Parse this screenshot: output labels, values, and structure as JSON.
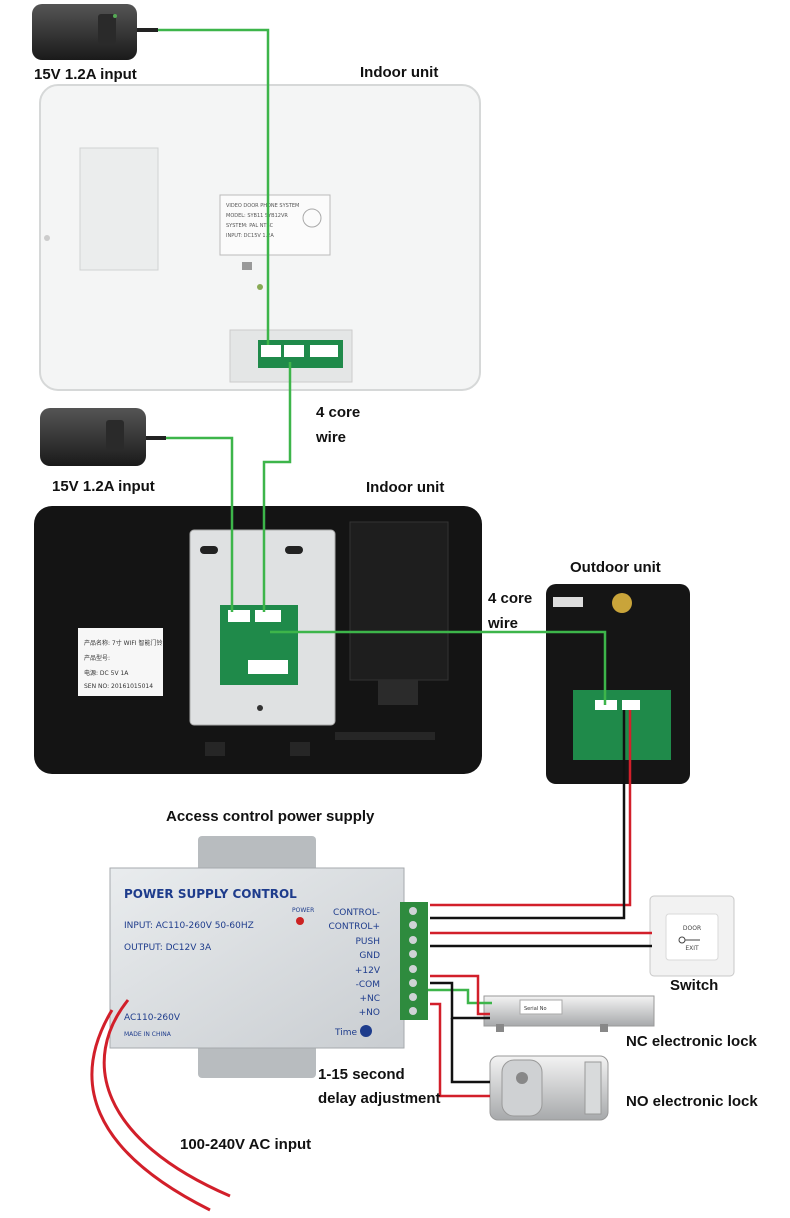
{
  "labels": {
    "adapter1": "15V 1.2A input",
    "indoor1": "Indoor unit",
    "wire1_line1": "4 core",
    "wire1_line2": "wire",
    "adapter2": "15V 1.2A input",
    "indoor2": "Indoor unit",
    "outdoor": "Outdoor unit",
    "wire2_line1": "4 core",
    "wire2_line2": "wire",
    "psu_title": "Access control power supply",
    "switch": "Switch",
    "nc_lock": "NC electronic lock",
    "no_lock": "NO electronic lock",
    "delay_line1": "1-15 second",
    "delay_line2": "delay adjustment",
    "ac_input": "100-240V AC input"
  },
  "psu": {
    "header": "POWER SUPPLY CONTROL",
    "input": "INPUT: AC110-260V 50-60HZ",
    "output": "OUTPUT: DC12V  3A",
    "power": "POWER",
    "ac": "AC110-260V",
    "made": "MADE IN CHINA",
    "time": "Time",
    "terminals": [
      "CONTROL-",
      "CONTROL+",
      "PUSH",
      "GND",
      "+12V",
      "-COM",
      "+NC",
      "+NO"
    ]
  },
  "indoor1_sticker": [
    "VIDEO DOOR PHONE SYSTEM",
    "MODEL: SYB11  SYB12VR",
    "SYSTEM: PAL  NTSC",
    "INPUT: DC15V  1.2A"
  ],
  "indoor2_sticker": [
    "产品名称: 7寸 WIFI 智能门铃",
    "产品型号:",
    "电源: DC 5V 1A",
    "SEN NO: 20161015014"
  ],
  "exit_button": {
    "top": "DOOR",
    "bottom": "EXIT"
  },
  "nc_lock_plate": "Serial No",
  "colors": {
    "wire_green": "#3db54a",
    "wire_red": "#d21f2a",
    "wire_black": "#111111"
  }
}
